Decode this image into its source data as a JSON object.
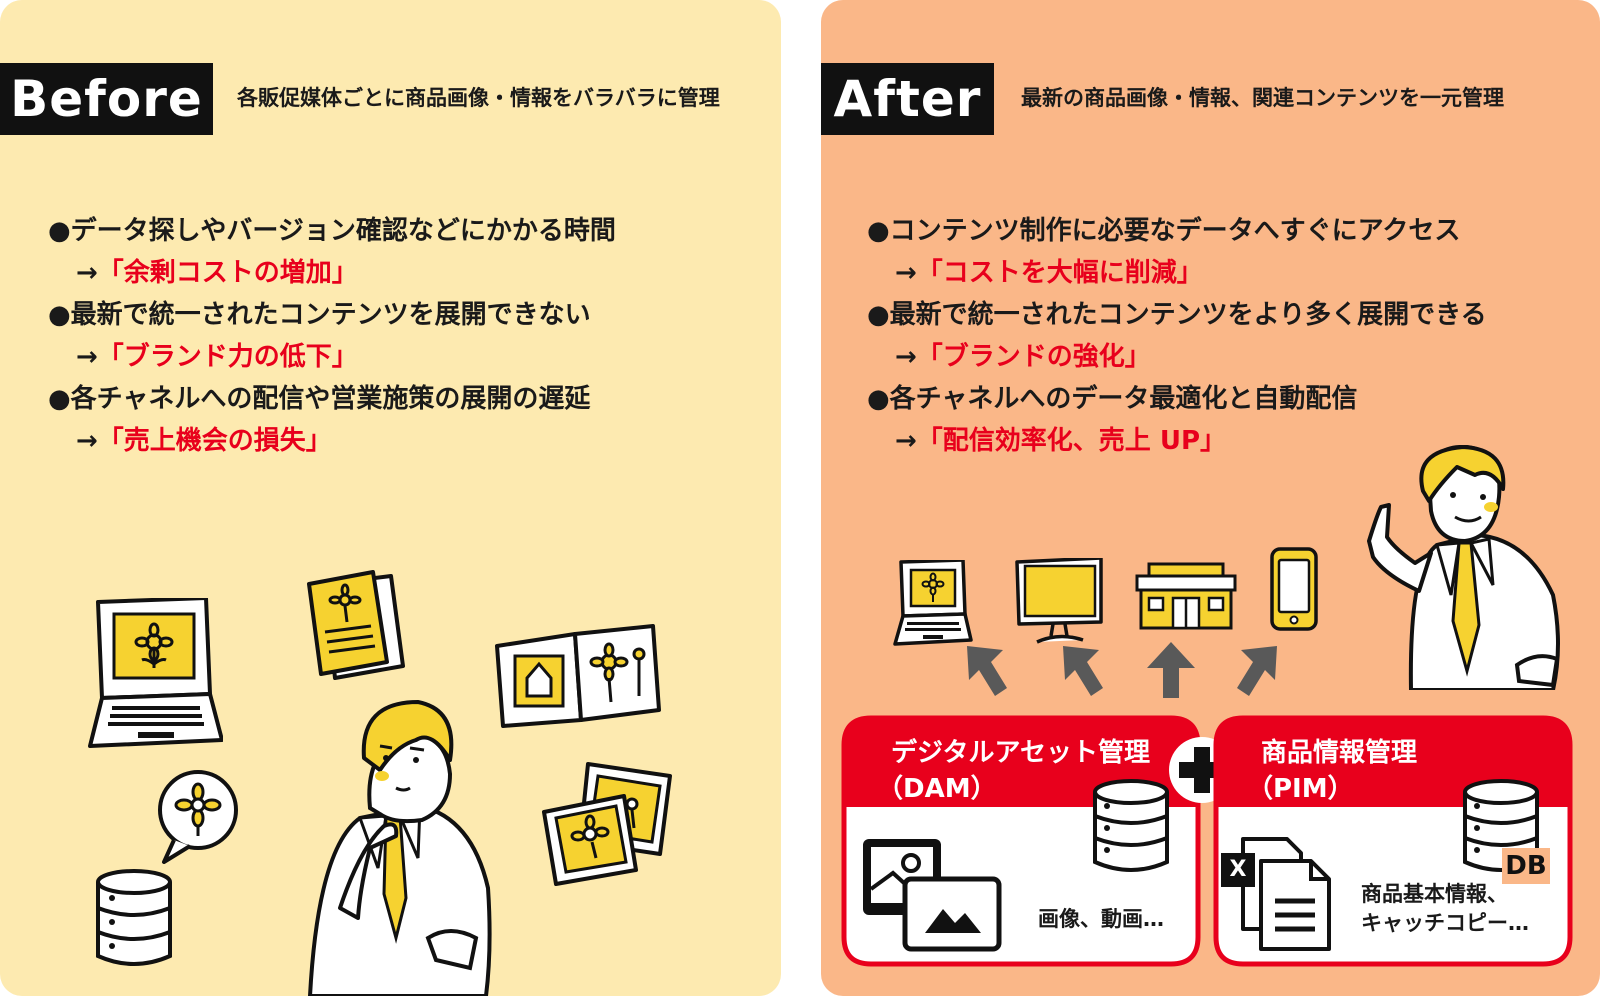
{
  "before": {
    "tag": "Before",
    "description": "各販促媒体ごとに商品画像・情報をバラバラに管理",
    "points": [
      {
        "text": "●データ探しやバージョン確認などにかかる時間",
        "arrow": "→",
        "result": "「余剰コストの増加」"
      },
      {
        "text": "●最新で統一されたコンテンツを展開できない",
        "arrow": "→",
        "result": "「ブランド力の低下」"
      },
      {
        "text": "●各チャネルへの配信や営業施策の展開の遅延",
        "arrow": "→",
        "result": "「売上機会の損失」"
      }
    ]
  },
  "after": {
    "tag": "After",
    "description": "最新の商品画像・情報、関連コンテンツを一元管理",
    "points": [
      {
        "text": "●コンテンツ制作に必要なデータへすぐにアクセス",
        "arrow": "→",
        "result": "「コストを大幅に削減」"
      },
      {
        "text": "●最新で統一されたコンテンツをより多く展開できる",
        "arrow": "→",
        "result": "「ブランドの強化」"
      },
      {
        "text": "●各チャネルへのデータ最適化と自動配信",
        "arrow": "→",
        "result": "「配信効率化、売上 UP」"
      }
    ],
    "dam": {
      "title_line1": "デジタルアセット管理",
      "title_line2": "（DAM）",
      "caption": "画像、動画…"
    },
    "pim": {
      "title_line1": "商品情報管理",
      "title_line2": "（PIM）",
      "caption_line1": "商品基本情報、",
      "caption_line2": "キャッチコピー…",
      "db_label": "DB",
      "excel_label": "X"
    }
  },
  "colors": {
    "before_bg": "#fdeab0",
    "after_bg": "#fab788",
    "accent_red": "#e8001c",
    "yellow": "#f6d230",
    "black": "#111111",
    "arrow_gray": "#595959"
  }
}
